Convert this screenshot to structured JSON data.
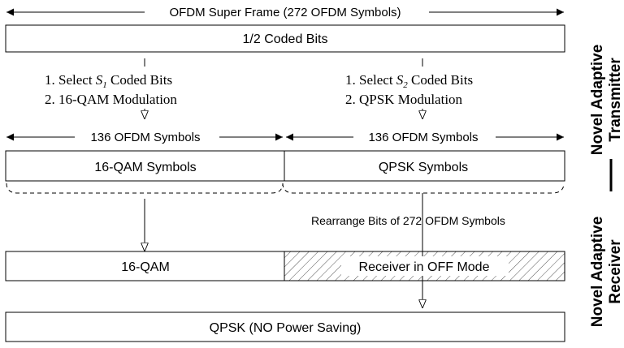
{
  "frame": {
    "super_frame_label": "OFDM Super Frame (272 OFDM Symbols)",
    "coded_bits_label": "1/2 Coded Bits",
    "half_symbols_left": "136 OFDM Symbols",
    "half_symbols_right": "136 OFDM Symbols"
  },
  "left_branch": {
    "step1_prefix": "1. Select ",
    "step1_var": "S",
    "step1_sub": "1",
    "step1_suffix": " Coded Bits",
    "step2": "2. 16-QAM Modulation",
    "symbols_label": "16-QAM Symbols"
  },
  "right_branch": {
    "step1_prefix": "1. Select ",
    "step1_var": "S",
    "step1_sub": "2",
    "step1_suffix": " Coded Bits",
    "step2": "2. QPSK Modulation",
    "symbols_label": "QPSK Symbols"
  },
  "receiver": {
    "rearrange_label": "Rearrange Bits of 272 OFDM Symbols",
    "qam_label": "16-QAM",
    "off_label": "Receiver in OFF Mode",
    "qpsk_label": "QPSK (NO Power Saving)"
  },
  "side_labels": {
    "transmitter_line1": "Novel Adaptive",
    "transmitter_line2": "Transmitter",
    "receiver_line1": "Novel Adaptive",
    "receiver_line2": "Receiver"
  }
}
